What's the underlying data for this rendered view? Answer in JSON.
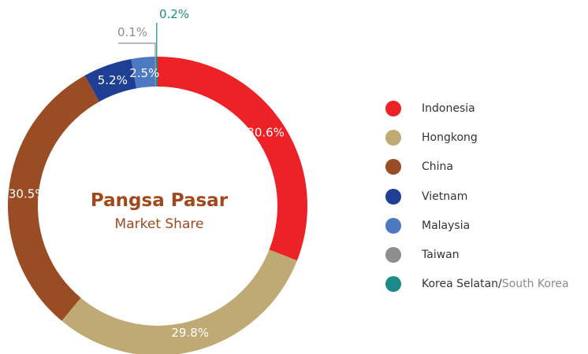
{
  "chart_data": {
    "type": "pie",
    "variant": "donut",
    "center_title": "Pangsa Pasar",
    "center_subtitle": "Market Share",
    "categories": [
      "Indonesia",
      "Hongkong",
      "China",
      "Vietnam",
      "Malaysia",
      "Taiwan",
      "Korea Selatan/South Korea"
    ],
    "values": [
      30.6,
      29.8,
      30.5,
      5.2,
      2.5,
      0.1,
      0.2
    ],
    "value_labels": [
      "30.6%",
      "29.8%",
      "30.5%",
      "5.2%",
      "2.5%",
      "0.1%",
      "0.2%"
    ],
    "colors": [
      "#ec2227",
      "#bfaa76",
      "#9a4d24",
      "#1f3f94",
      "#4d79c2",
      "#8e8e8e",
      "#1d8a8a"
    ],
    "legend_placement": "right",
    "legend": [
      {
        "label": "Indonesia"
      },
      {
        "label": "Hongkong"
      },
      {
        "label": "China"
      },
      {
        "label": "Vietnam"
      },
      {
        "label": "Malaysia"
      },
      {
        "label": "Taiwan"
      },
      {
        "label": "Korea Selatan/",
        "label_en": "South Korea"
      }
    ]
  },
  "colors": {
    "title": "#a0491c",
    "label_inside": "#ffffff",
    "callout_taiwan": "#8e8e8e",
    "callout_korea": "#1d8a8a"
  }
}
